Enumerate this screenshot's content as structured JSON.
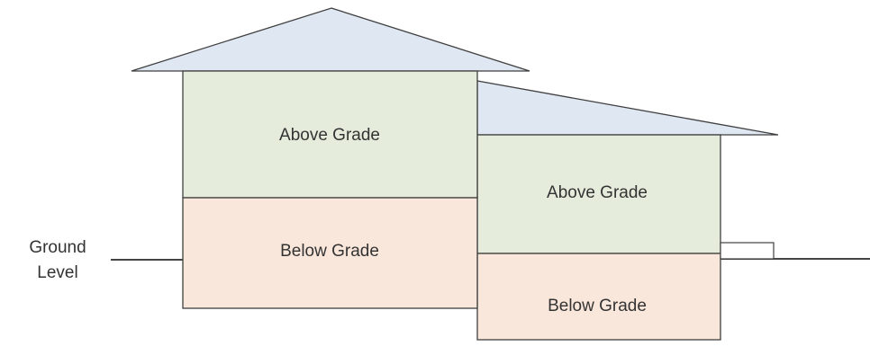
{
  "diagram": {
    "colors": {
      "roof": "#dfe7f2",
      "above_grade": "#e6ecdc",
      "below_grade": "#fae7db",
      "outline": "#3f3f3f",
      "ground_line": "#444444",
      "text": "#333333"
    },
    "left_section": {
      "upper_label": "Above Grade",
      "lower_label": "Below Grade"
    },
    "right_section": {
      "upper_label": "Above Grade",
      "lower_label": "Below Grade"
    },
    "ground": {
      "label_line1": "Ground",
      "label_line2": "Level"
    }
  }
}
